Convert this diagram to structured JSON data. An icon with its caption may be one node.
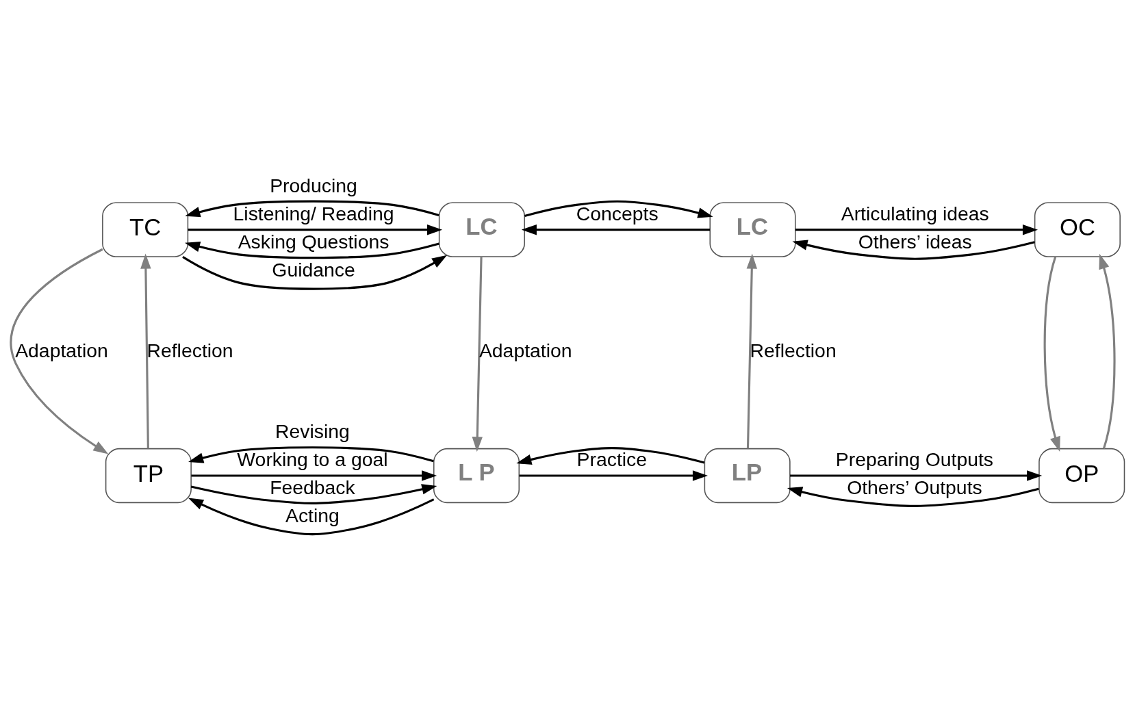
{
  "diagram": {
    "nodes": [
      {
        "text": [
          "TC"
        ]
      },
      {
        "text": [
          "LC"
        ]
      },
      {
        "text": [
          "LC"
        ]
      },
      {
        "text": [
          "OC"
        ]
      },
      {
        "text": [
          "TP"
        ]
      },
      {
        "text": [
          "L P"
        ]
      },
      {
        "text": [
          "LP"
        ]
      },
      {
        "text": [
          "OP"
        ]
      }
    ],
    "edges": [
      {
        "from": 0,
        "to": 1,
        "arrow": "to",
        "label": "Listening/ Reading"
      },
      {
        "from": 0,
        "to": 1,
        "arrow": "to",
        "label": "Guidance"
      },
      {
        "from": 1,
        "to": 0,
        "arrow": "to",
        "label": "Asking Questions"
      },
      {
        "from": 1,
        "to": 0,
        "arrow": "to",
        "label": "Producing"
      },
      {
        "from": 1,
        "to": 2,
        "arrow": "to"
      },
      {
        "from": 2,
        "to": 1,
        "arrow": "to",
        "label": "Concepts"
      },
      {
        "from": 2,
        "to": 3,
        "arrow": "to",
        "label": "Articulating ideas"
      },
      {
        "from": 3,
        "to": 2,
        "arrow": "to",
        "label": "Others’ ideas"
      },
      {
        "from": 0,
        "to": 4,
        "arrow": "to",
        "label": "Adaptation",
        "color": "#808080"
      },
      {
        "from": 4,
        "to": 0,
        "arrow": "to",
        "label": "Reflection",
        "color": "#808080"
      },
      {
        "from": 1,
        "to": 5,
        "arrow": "to",
        "label": "Adaptation",
        "color": "#808080"
      },
      {
        "from": 6,
        "to": 2,
        "arrow": "to",
        "label": "Reflection",
        "color": "#808080"
      },
      {
        "from": 3,
        "to": 7,
        "arrow": "to",
        "color": "#808080"
      },
      {
        "from": 7,
        "to": 3,
        "arrow": "to",
        "color": "#808080"
      },
      {
        "from": 4,
        "to": 5,
        "arrow": "to",
        "label": "Working to a goal"
      },
      {
        "from": 4,
        "to": 5,
        "arrow": "to",
        "label": "Feedback"
      },
      {
        "from": 5,
        "to": 4,
        "arrow": "to",
        "label": "Acting"
      },
      {
        "from": 5,
        "to": 4,
        "arrow": "to",
        "label": "Revising"
      },
      {
        "from": 5,
        "to": 6,
        "arrow": "to",
        "label": "Practice"
      },
      {
        "from": 6,
        "to": 5,
        "arrow": "to"
      },
      {
        "from": 6,
        "to": 7,
        "arrow": "to",
        "label": "Preparing Outputs"
      },
      {
        "from": 7,
        "to": 6,
        "arrow": "to",
        "label": "Others’ Outputs"
      }
    ]
  }
}
